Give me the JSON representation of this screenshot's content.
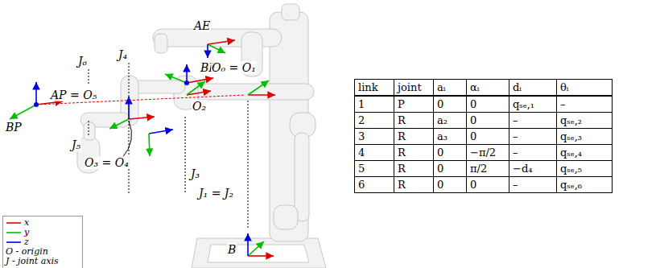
{
  "diagram": {
    "labels": [
      "AE",
      "BE",
      "J₄",
      "J₆",
      "AP = O₅",
      "BP",
      "J₅",
      "O₀ = O₁",
      "O₂",
      "O₃ = O₄",
      "J₃",
      "J₁ = J₂",
      "B",
      "link",
      "joint",
      "aᵢ",
      "αᵢ",
      "dᵢ",
      "θᵢ",
      "1",
      "P",
      "0",
      "0",
      "qₛₑ,₁",
      "–",
      "2",
      "R",
      "a₂",
      "0",
      "–",
      "qₛₑ,₂",
      "3",
      "R",
      "a₃",
      "0",
      "–",
      "qₛₑ,₃",
      "4",
      "R",
      "0",
      "−π/2",
      "–",
      "qₛₑ,₄",
      "5",
      "R",
      "0",
      "π/2",
      "−d₄",
      "qₛₑ,₅",
      "6",
      "R",
      "0",
      "0",
      "–",
      "qₛₑ,₆"
    ],
    "legend": [
      {
        "text": "x"
      },
      {
        "text": "y"
      },
      {
        "text": "z"
      },
      {
        "text": "O - origin"
      },
      {
        "text": "J - joint axis"
      }
    ]
  }
}
